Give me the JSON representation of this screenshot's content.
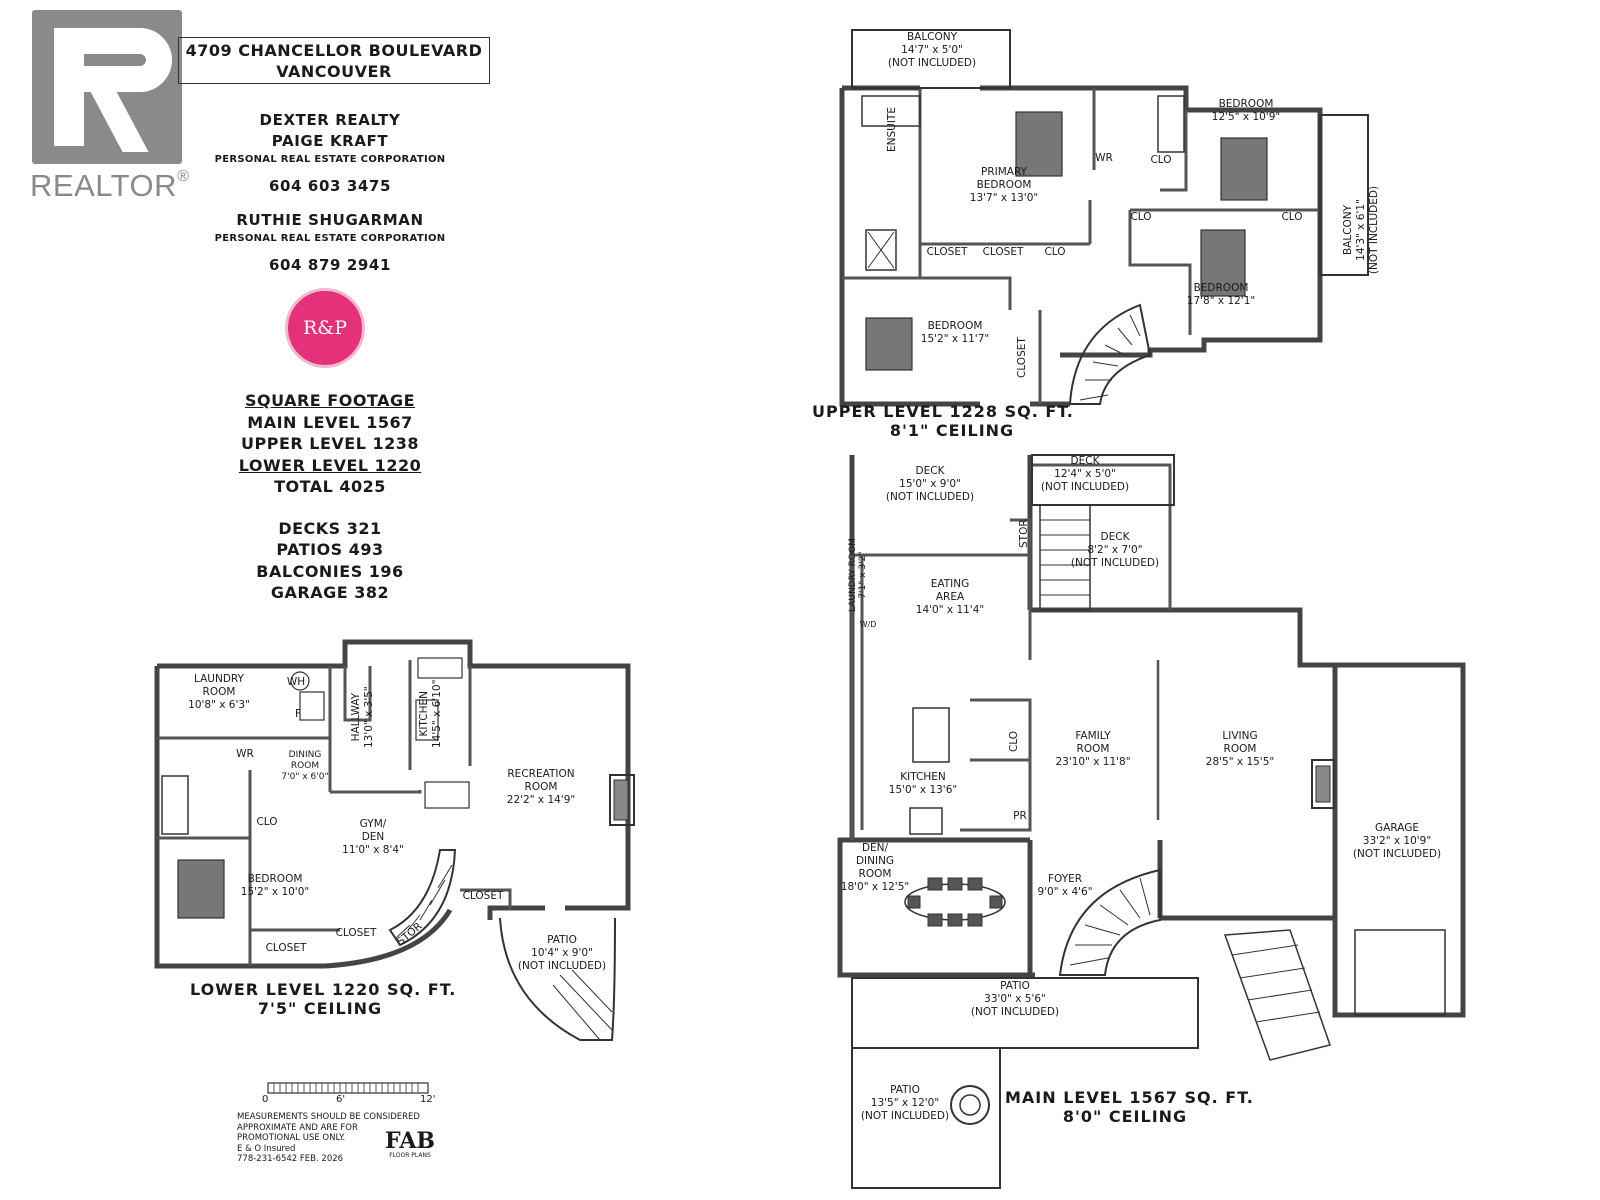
{
  "logo": {
    "realtor_text": "REALTOR",
    "registered_mark": "®"
  },
  "address": {
    "line1": "4709 CHANCELLOR BOULEVARD",
    "line2": "VANCOUVER"
  },
  "agents": {
    "company": "DEXTER REALTY",
    "agent1_name": "PAIGE KRAFT",
    "agent1_corp": "PERSONAL REAL ESTATE CORPORATION",
    "agent1_phone": "604 603 3475",
    "agent2_name": "RUTHIE SHUGARMAN",
    "agent2_corp": "PERSONAL REAL ESTATE CORPORATION",
    "agent2_phone": "604 879 2941",
    "badge_text": "R&P"
  },
  "square_footage": {
    "title": "SQUARE FOOTAGE",
    "main": "MAIN LEVEL 1567",
    "upper": "UPPER LEVEL 1238",
    "lower": "LOWER LEVEL 1220",
    "total": "TOTAL 4025",
    "decks": "DECKS 321",
    "patios": "PATIOS 493",
    "balconies": "BALCONIES 196",
    "garage": "GARAGE 382"
  },
  "upper_level": {
    "title": "UPPER LEVEL 1228 SQ. FT.",
    "ceiling": "8'1\" CEILING",
    "rooms": [
      {
        "name": "BALCONY",
        "dim": "14'7\" x 5'0\"",
        "note": "(NOT INCLUDED)"
      },
      {
        "name": "BEDROOM",
        "dim": "12'5\" x 10'9\""
      },
      {
        "name": "ENSUITE"
      },
      {
        "name": "PRIMARY BEDROOM",
        "dim": "13'7\" x 13'0\""
      },
      {
        "name": "WR"
      },
      {
        "name": "CLO"
      },
      {
        "name": "CLO"
      },
      {
        "name": "CLO"
      },
      {
        "name": "CLOSET"
      },
      {
        "name": "CLOSET"
      },
      {
        "name": "CLO"
      },
      {
        "name": "BEDROOM",
        "dim": "17'8\" x 12'1\""
      },
      {
        "name": "BEDROOM",
        "dim": "15'2\" x 11'7\""
      },
      {
        "name": "CLOSET"
      },
      {
        "name": "BALCONY",
        "dim": "14'3\" x 6'1\"",
        "note": "(NOT INCLUDED)"
      }
    ]
  },
  "main_level": {
    "title": "MAIN LEVEL 1567 SQ. FT.",
    "ceiling": "8'0\" CEILING",
    "rooms": [
      {
        "name": "DECK",
        "dim": "15'0\" x 9'0\"",
        "note": "(NOT INCLUDED)"
      },
      {
        "name": "DECK",
        "dim": "12'4\" x 5'0\"",
        "note": "(NOT INCLUDED)"
      },
      {
        "name": "DECK",
        "dim": "8'2\" x 7'0\"",
        "note": "(NOT INCLUDED)"
      },
      {
        "name": "STOR"
      },
      {
        "name": "LAUNDRY ROOM",
        "dim": "7'1\" x 3'2\""
      },
      {
        "name": "EATING AREA",
        "dim": "14'0\" x 11'4\""
      },
      {
        "name": "FAMILY ROOM",
        "dim": "23'10\" x 11'8\""
      },
      {
        "name": "LIVING ROOM",
        "dim": "28'5\" x 15'5\""
      },
      {
        "name": "KITCHEN",
        "dim": "15'0\" x 13'6\""
      },
      {
        "name": "CLO"
      },
      {
        "name": "PR"
      },
      {
        "name": "GARAGE",
        "dim": "33'2\" x 10'9\"",
        "note": "(NOT INCLUDED)"
      },
      {
        "name": "DEN/ DINING ROOM",
        "dim": "18'0\" x 12'5\""
      },
      {
        "name": "FOYER",
        "dim": "9'0\" x 4'6\""
      },
      {
        "name": "PATIO",
        "dim": "33'0\" x 5'6\"",
        "note": "(NOT INCLUDED)"
      },
      {
        "name": "PATIO",
        "dim": "13'5\" x 12'0\"",
        "note": "(NOT INCLUDED)"
      },
      {
        "name": "W/D"
      }
    ]
  },
  "lower_level": {
    "title": "LOWER LEVEL 1220 SQ. FT.",
    "ceiling": "7'5\" CEILING",
    "rooms": [
      {
        "name": "LAUNDRY ROOM",
        "dim": "10'8\" x 6'3\""
      },
      {
        "name": "WH"
      },
      {
        "name": "F"
      },
      {
        "name": "HALLWAY",
        "dim": "13'0\" x 3'5\""
      },
      {
        "name": "KITCHEN",
        "dim": "14'5\" x 6'10\""
      },
      {
        "name": "WR"
      },
      {
        "name": "DINING ROOM",
        "dim": "7'0\" x 6'0\""
      },
      {
        "name": "RECREATION ROOM",
        "dim": "22'2\" x 14'9\""
      },
      {
        "name": "CLO"
      },
      {
        "name": "GYM/ DEN",
        "dim": "11'0\" x 8'4\""
      },
      {
        "name": "BEDROOM",
        "dim": "15'2\" x 10'0\""
      },
      {
        "name": "CLOSET"
      },
      {
        "name": "CLOSET"
      },
      {
        "name": "STOR"
      },
      {
        "name": "CLOSET"
      },
      {
        "name": "PATIO",
        "dim": "10'4\" x 9'0\"",
        "note": "(NOT INCLUDED)"
      }
    ]
  },
  "scale": {
    "ticks": [
      "0",
      "6'",
      "12'"
    ]
  },
  "disclaimer": {
    "line1": "MEASUREMENTS SHOULD BE CONSIDERED",
    "line2": "APPROXIMATE AND ARE FOR",
    "line3": "PROMOTIONAL USE ONLY.",
    "line4": "E & O Insured",
    "line5": "778-231-6542 FEB. 2026"
  },
  "fab_logo": {
    "text": "FAB",
    "sub": "FLOOR PLANS"
  },
  "colors": {
    "ink": "#1a1a1a",
    "wall": "#3a3a3a",
    "realtor_gray": "#8a8a8a",
    "badge_pink": "#e5307a"
  }
}
